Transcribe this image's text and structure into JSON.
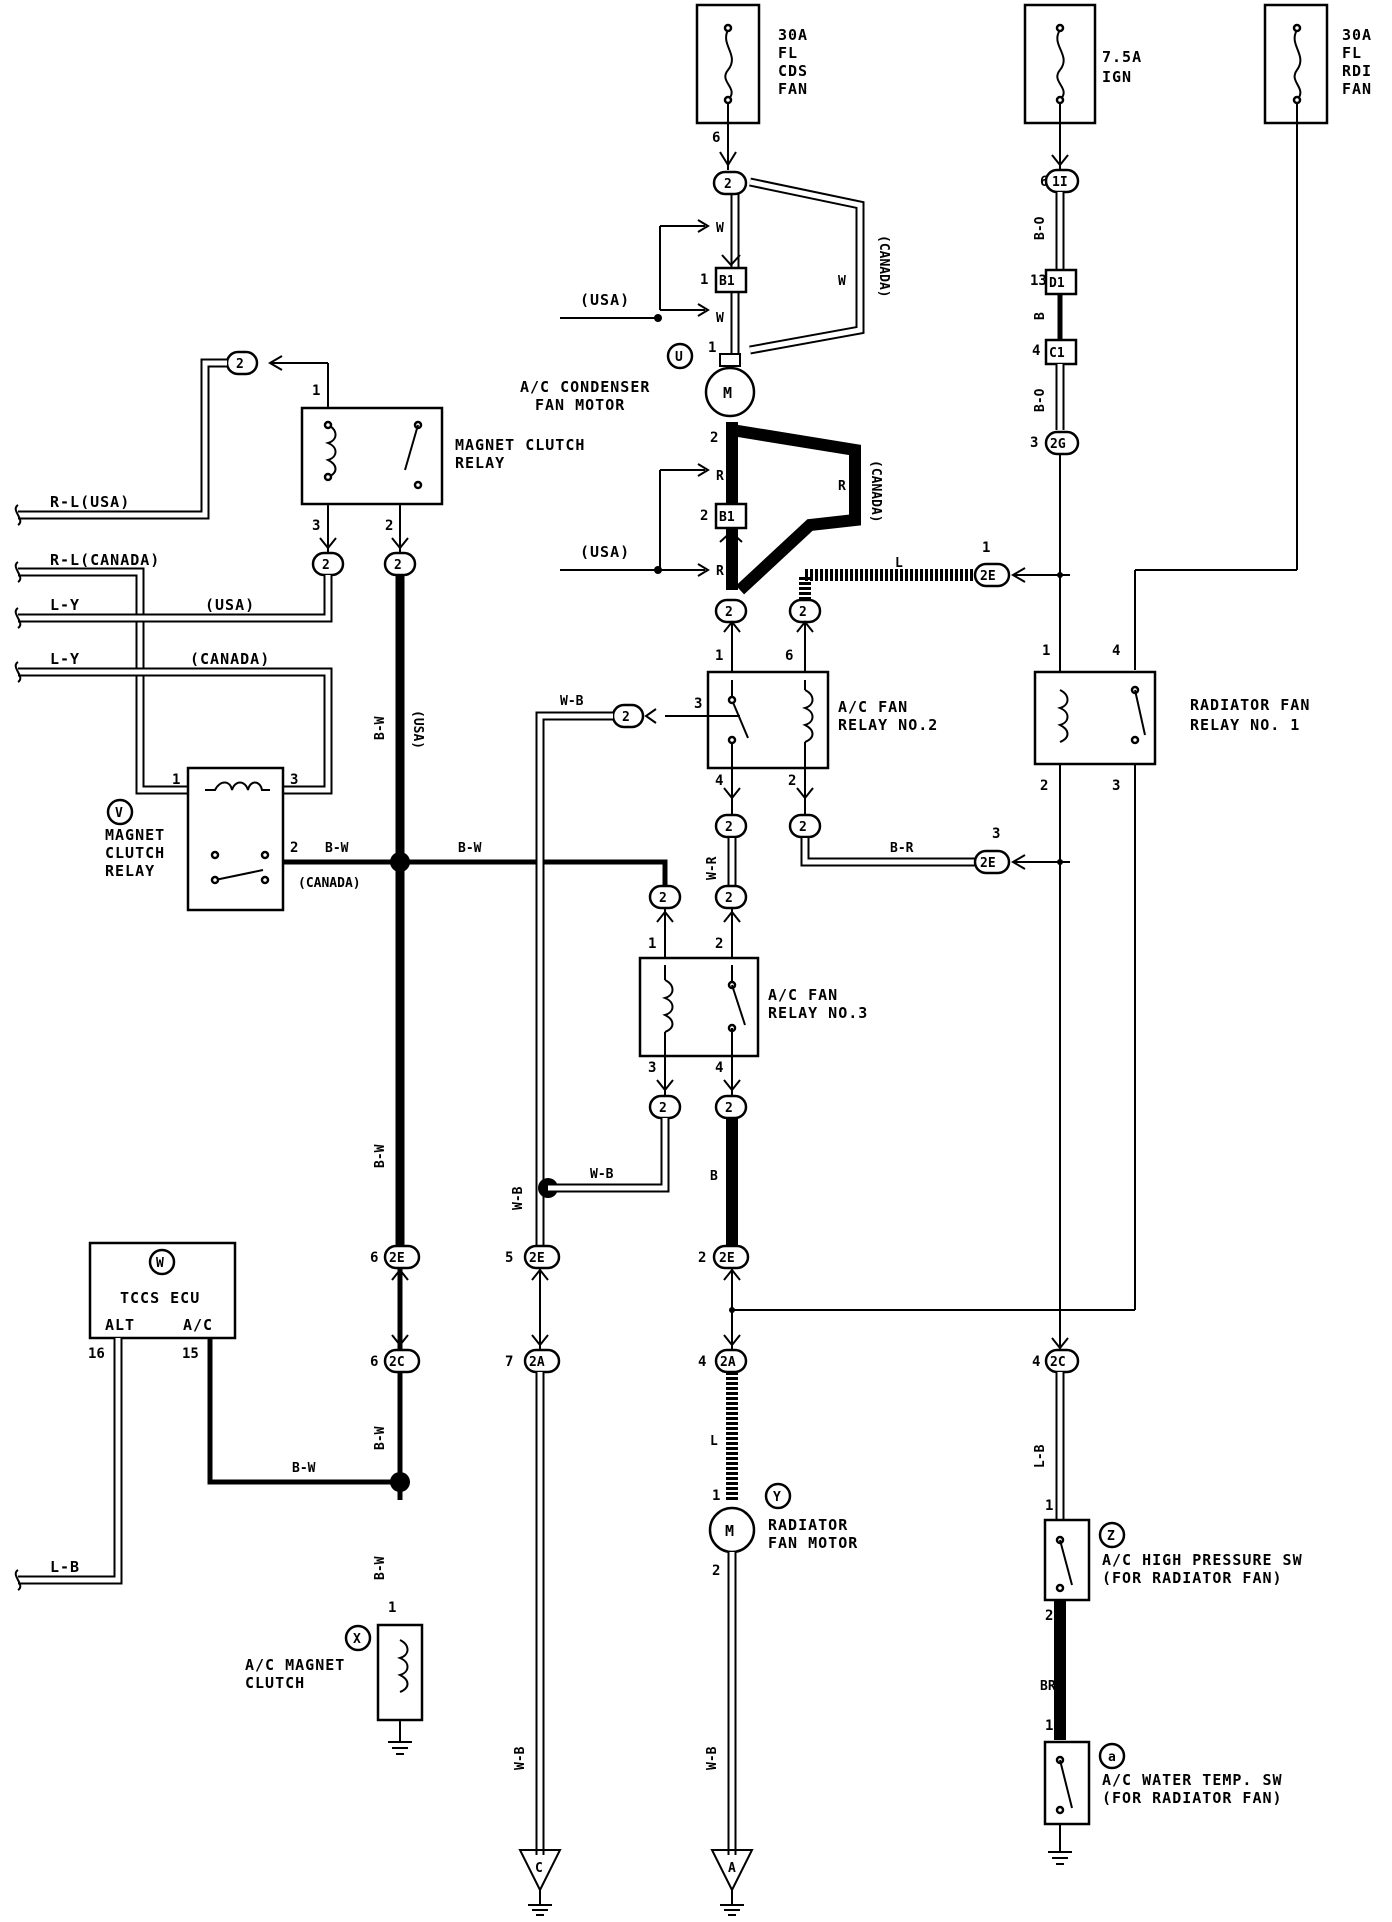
{
  "fuses": [
    {
      "amps": "30A",
      "l1": "FL",
      "l2": "CDS",
      "l3": "FAN"
    },
    {
      "amps": "7.5A",
      "l1": "IGN",
      "l2": "",
      "l3": ""
    },
    {
      "amps": "30A",
      "l1": "FL",
      "l2": "RDI",
      "l3": "FAN"
    }
  ],
  "components": {
    "cond_fan_motor": {
      "code": "U",
      "l1": "A/C CONDENSER",
      "l2": "FAN MOTOR"
    },
    "magnet_clutch_relay_top": {
      "l1": "MAGNET CLUTCH",
      "l2": "RELAY"
    },
    "magnet_clutch_relay_v": {
      "code": "V",
      "l1": "MAGNET",
      "l2": "CLUTCH",
      "l3": "RELAY"
    },
    "ac_fan_relay2": {
      "l1": "A/C FAN",
      "l2": "RELAY NO.2"
    },
    "ac_fan_relay3": {
      "l1": "A/C FAN",
      "l2": "RELAY NO.3"
    },
    "rad_fan_relay1": {
      "l1": "RADIATOR FAN",
      "l2": "RELAY NO. 1"
    },
    "tccs_ecu": {
      "code": "W",
      "title": "TCCS ECU",
      "alt": "ALT",
      "ac": "A/C"
    },
    "ac_magnet_clutch": {
      "code": "X",
      "l1": "A/C MAGNET",
      "l2": "CLUTCH"
    },
    "rad_fan_motor": {
      "code": "Y",
      "l1": "RADIATOR",
      "l2": "FAN MOTOR"
    },
    "ac_high_pressure_sw": {
      "code": "Z",
      "l1": "A/C HIGH PRESSURE SW",
      "l2": "(FOR RADIATOR FAN)"
    },
    "ac_water_temp_sw": {
      "code": "a",
      "l1": "A/C WATER TEMP. SW",
      "l2": "(FOR RADIATOR FAN)"
    },
    "motor_symbol": "M",
    "ground_c": "C",
    "ground_a": "A"
  },
  "connectors": {
    "c2": "2",
    "b1": "B1",
    "d1": "D1",
    "c1": "C1",
    "c2g": "2G",
    "c2e": "2E",
    "c2c": "2C",
    "c2a": "2A",
    "c1i": "1I"
  },
  "pins": {
    "p1": "1",
    "p2": "2",
    "p3": "3",
    "p4": "4",
    "p5": "5",
    "p6": "6",
    "p7": "7",
    "p13": "13",
    "p15": "15",
    "p16": "16"
  },
  "wires": {
    "w": "W",
    "r": "R",
    "l": "L",
    "bo": "B-O",
    "b": "B",
    "bw": "B-W",
    "wb": "W-B",
    "wr": "W-R",
    "br_": "B-R",
    "lb": "L-B",
    "ly": "L-Y",
    "rl_usa": "R-L(USA)",
    "rl_canada": "R-L(CANADA)",
    "br": "BR"
  },
  "regions": {
    "usa": "(USA)",
    "canada": "(CANADA)"
  }
}
